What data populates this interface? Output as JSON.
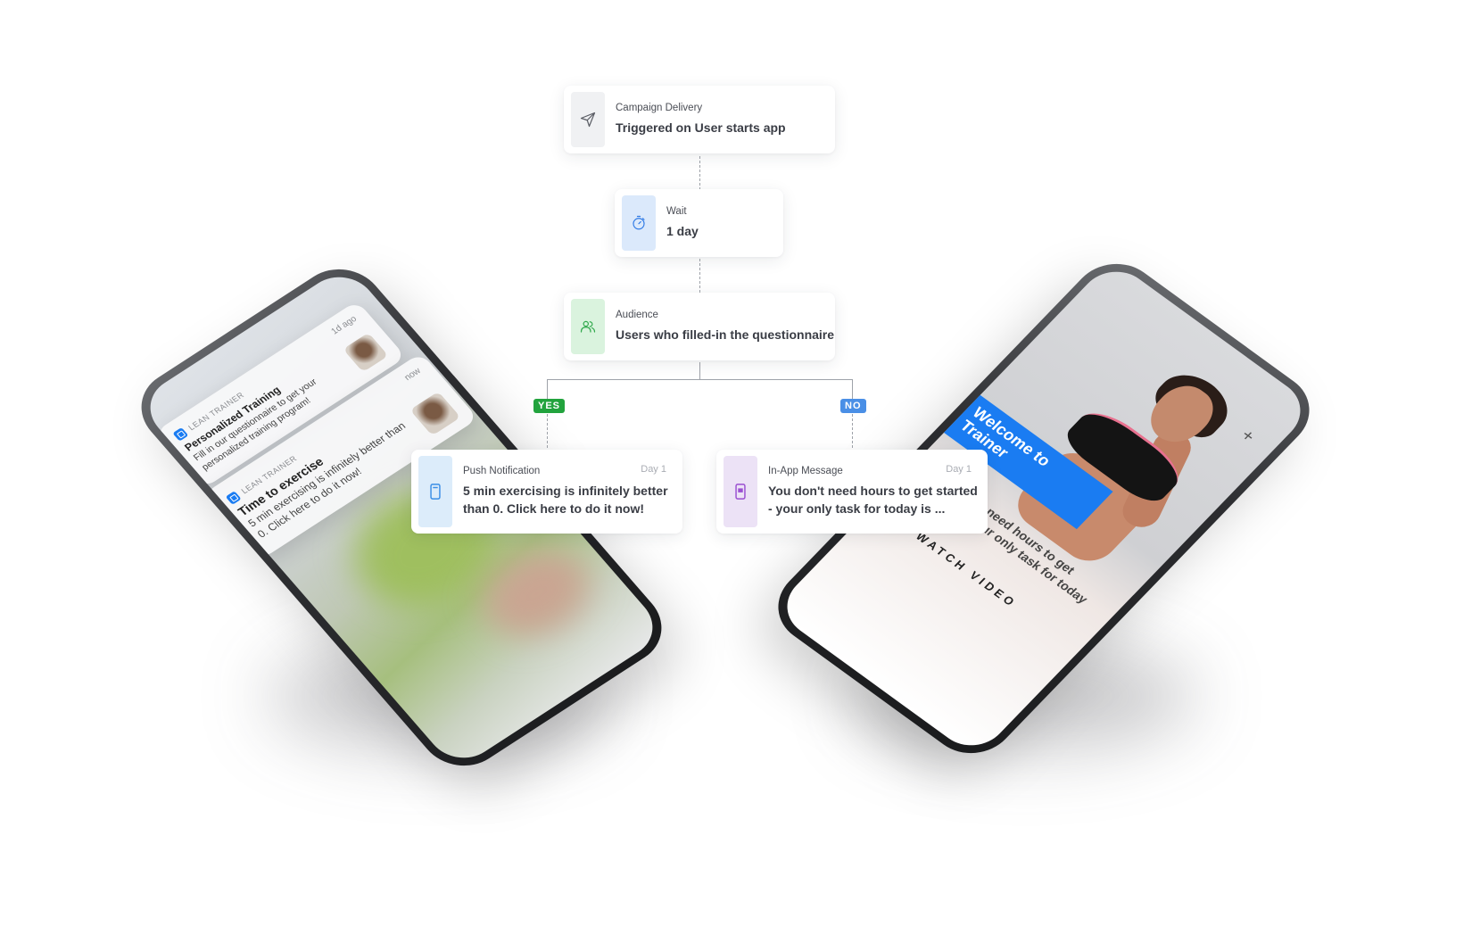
{
  "left_phone": {
    "notif1": {
      "app": "LEAN TRAINER",
      "time": "1d ago",
      "title": "Personalized Training",
      "body": "Fill in our questionnaire to get your personalized training program!"
    },
    "notif2": {
      "app": "LEAN TRAINER",
      "time": "now",
      "title": "Time to exercise",
      "body": "5 min exercising is infinitely better than 0. Click here to do it now!"
    }
  },
  "right_phone": {
    "banner": "Welcome to Trainer",
    "close": "+",
    "body": "You don't need hours to get started - your only task for today is ...",
    "cta_arrow": "→",
    "cta": "WATCH VIDEO"
  },
  "flow": {
    "delivery": {
      "icon": "paper-plane-icon",
      "label": "Campaign Delivery",
      "value": "Triggered on User starts app"
    },
    "wait": {
      "icon": "stopwatch-icon",
      "label": "Wait",
      "value": "1 day"
    },
    "audience": {
      "icon": "users-icon",
      "label": "Audience",
      "value": "Users who filled-in the questionnaire"
    },
    "yes_tag": "YES",
    "no_tag": "NO",
    "push": {
      "icon": "phone-icon",
      "label": "Push Notification",
      "day": "Day 1",
      "value": "5 min exercising is infinitely better than 0. Click here to do it now!"
    },
    "inapp": {
      "icon": "in-app-message-icon",
      "label": "In-App Message",
      "day": "Day 1",
      "value": "You don't need hours to get started - your only task for today is ..."
    }
  },
  "colors": {
    "yes": "#22a33d",
    "no": "#4a8fe6",
    "icon_bg_gray": "#f0f1f3",
    "icon_bg_blue": "#dbe9fb",
    "icon_bg_green": "#daf3de",
    "icon_bg_lightblue": "#dcecfa",
    "icon_bg_purple": "#ece2f6"
  }
}
